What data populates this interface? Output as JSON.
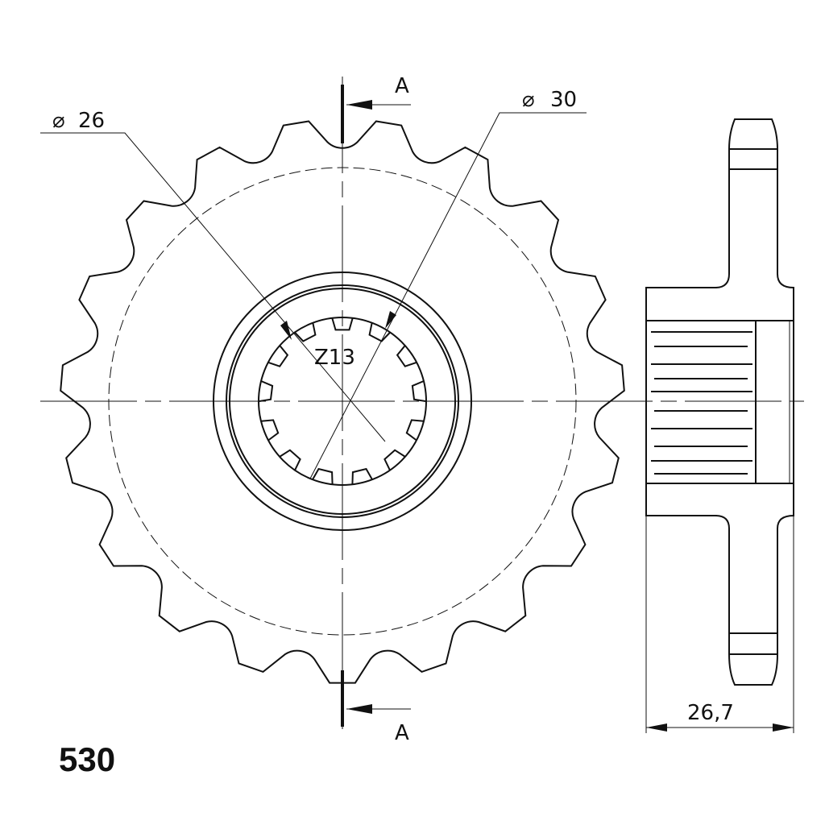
{
  "drawing": {
    "chain_size": "530",
    "sprocket_teeth": 19,
    "spline_label": "Z13",
    "spline_teeth": 13,
    "dim_diameter_small": "26",
    "dim_diameter_large": "30",
    "diameter_symbol": "⌀",
    "section_label_top": "A",
    "section_label_bottom": "A",
    "width_dimension": "26,7"
  }
}
